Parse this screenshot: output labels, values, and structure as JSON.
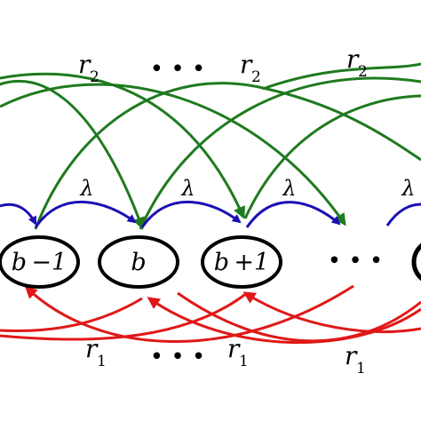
{
  "nodes": [
    {
      "id": "b_minus_1",
      "label": "b −1"
    },
    {
      "id": "b",
      "label": "b"
    },
    {
      "id": "b_plus_1",
      "label": "b +1"
    }
  ],
  "labels": {
    "lambda": "λ",
    "r2": "r",
    "r2_sub": "2",
    "r1": "r",
    "r1_sub": "1",
    "ellipsis": "• • •"
  },
  "colors": {
    "lambda_arrow": "#1b0fb4",
    "r2_arrow": "#1f7a1f",
    "r1_arrow": "#e01818",
    "node_stroke": "#000000"
  }
}
